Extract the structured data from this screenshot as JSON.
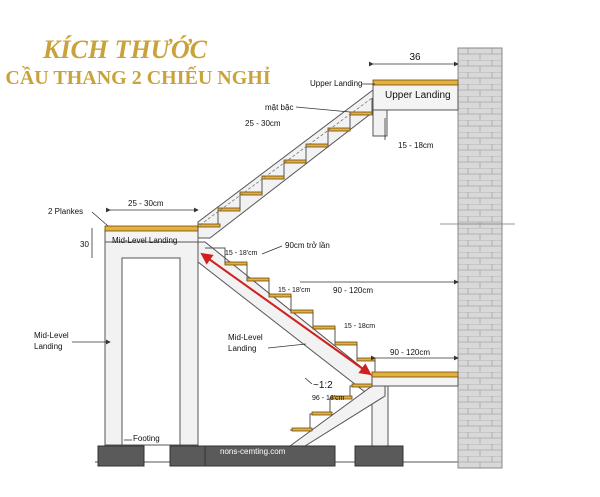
{
  "title": {
    "line1": "KÍCH THƯỚC",
    "line2": "CẦU THANG 2 CHIẾU NGHỈ"
  },
  "labels": {
    "dim_36": "36",
    "upper_landing_outer": "Upper Landing",
    "upper_landing_inner": "Upper Landing",
    "mat_bac": "mặt bặc",
    "tread_upper": "25 - 30cm",
    "riser_upper": "15 - 18cm",
    "two_planks": "2 Plankes",
    "tread_mid": "25 - 30cm",
    "dim_30": "30",
    "mid_landing_top": "Mid-Level Landing",
    "riser_a": "15 - 18'cm",
    "clearance": "90cm trở lần",
    "riser_b": "15 - 18'cm",
    "landing_depth_a": "90 - 120cm",
    "riser_c": "15 - 18cm",
    "mid_landing_diag": "Mid-Level\nLanding",
    "landing_depth_b": "90 - 120cm",
    "mid_landing_left": "Mid-Level\nLanding",
    "ratio": "~1:2",
    "riser_d": "96 - 16'cm",
    "footing": "Footing",
    "watermark": "nons-cemting.com"
  },
  "colors": {
    "title": "#c9a23a",
    "plank": "#e4b13a",
    "clearance_line": "#d02020",
    "footing": "#5a5a5a",
    "wall": "#cfcfcf"
  }
}
